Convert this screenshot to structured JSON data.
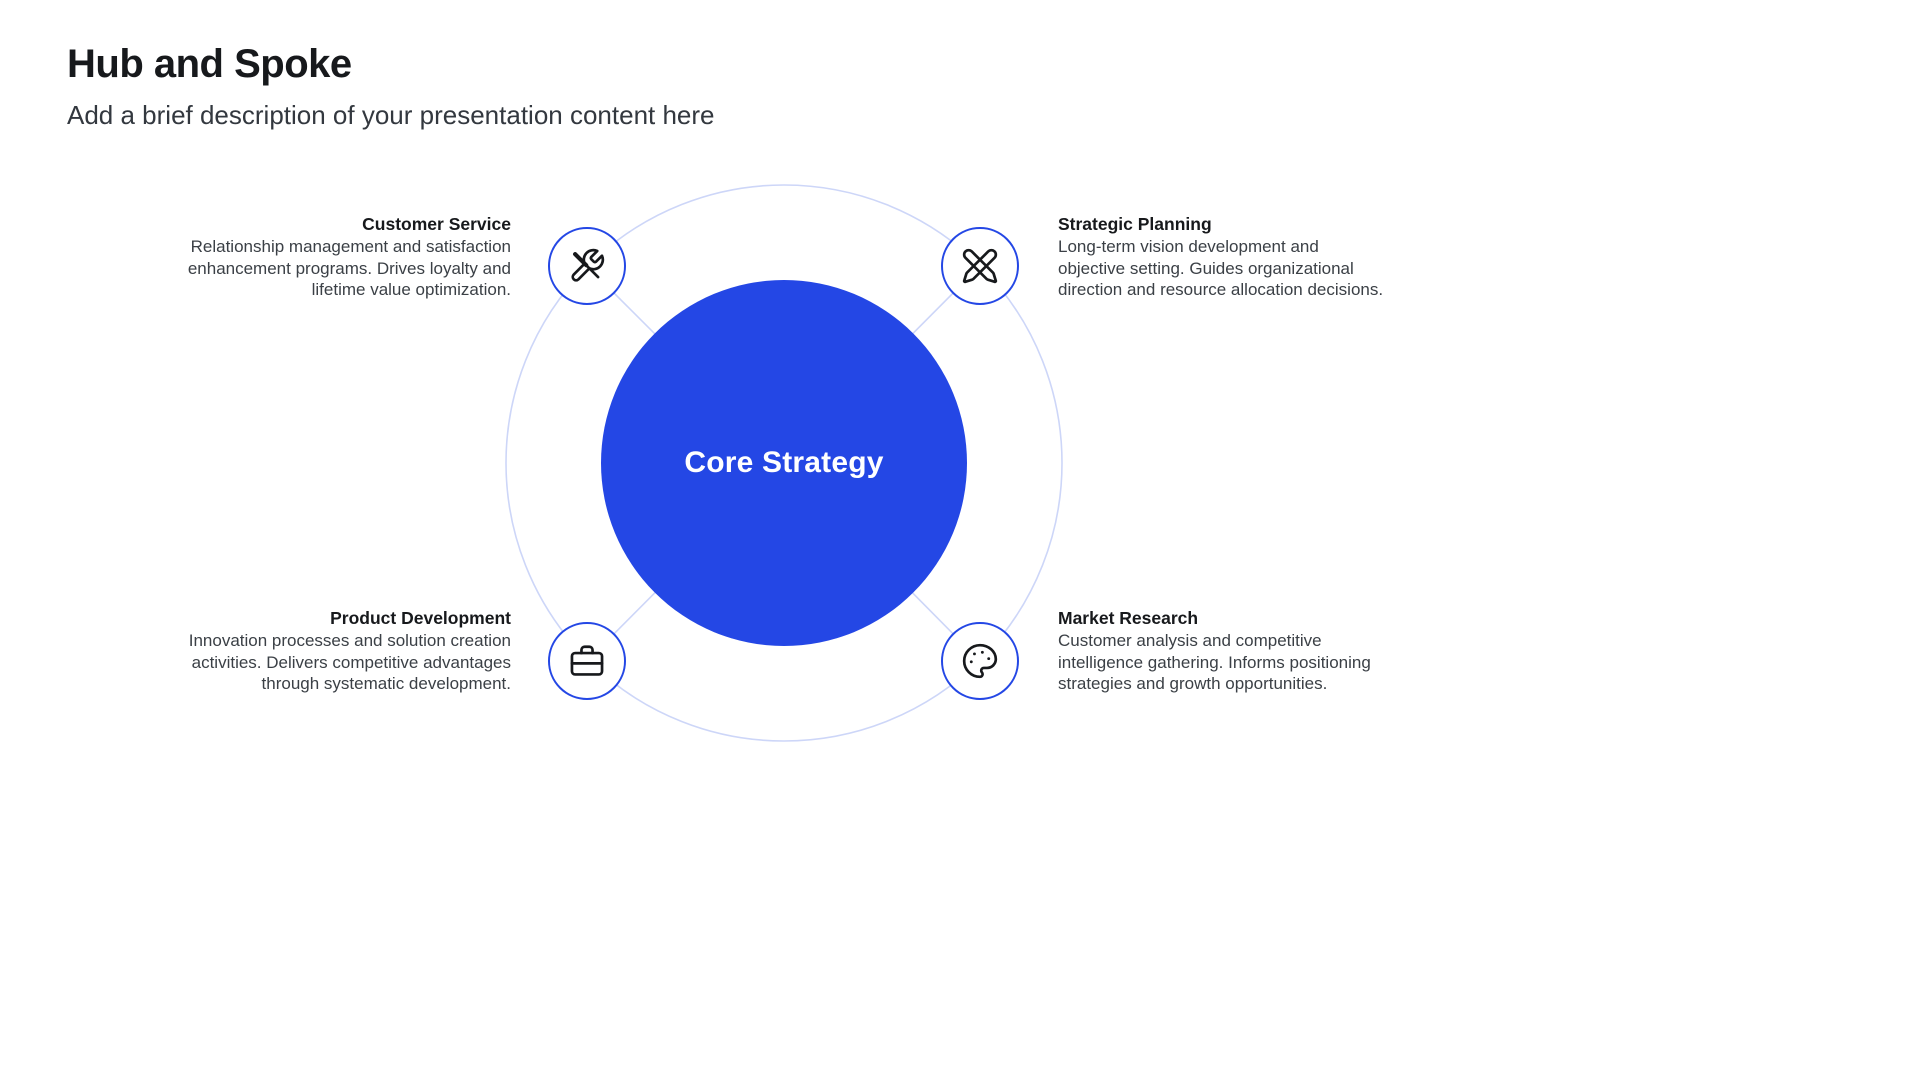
{
  "slide": {
    "title": "Hub and Spoke",
    "subtitle": "Add a brief description of your presentation content here"
  },
  "hub": {
    "label": "Core Strategy"
  },
  "colors": {
    "accent": "#2447e5",
    "ring": "#cdd6f8",
    "title": "#17191c",
    "body": "#3b4046",
    "hub_text": "#ffffff"
  },
  "spokes": [
    {
      "title": "Customer Service",
      "description": "Relationship management and satisfaction enhancement programs. Drives loyalty and lifetime value optimization.",
      "icon": "tools-icon",
      "position": "top-left"
    },
    {
      "title": "Strategic Planning",
      "description": "Long-term vision development and objective setting. Guides organizational direction and resource allocation decisions.",
      "icon": "crossed-pencils-icon",
      "position": "top-right"
    },
    {
      "title": "Product Development",
      "description": "Innovation processes and solution creation activities. Delivers competitive advantages through systematic development.",
      "icon": "briefcase-icon",
      "position": "bottom-left"
    },
    {
      "title": "Market Research",
      "description": "Customer analysis and competitive intelligence gathering. Informs positioning strategies and growth opportunities.",
      "icon": "palette-icon",
      "position": "bottom-right"
    }
  ]
}
